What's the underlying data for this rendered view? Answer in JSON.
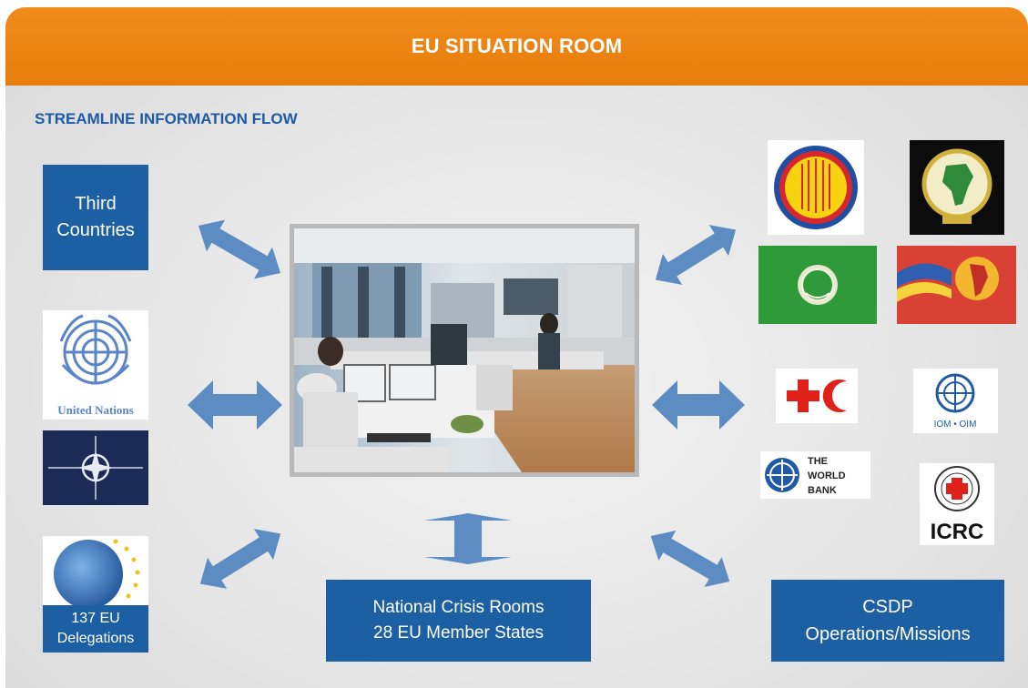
{
  "header": {
    "title": "EU SITUATION ROOM"
  },
  "subtitle": "STREAMLINE INFORMATION FLOW",
  "boxes": {
    "third_countries": [
      "Third",
      "Countries"
    ],
    "eu_delegations": [
      "137 EU",
      "Delegations"
    ],
    "national_crisis": [
      "National Crisis Rooms",
      "28 EU Member States"
    ],
    "csdp": [
      "CSDP",
      "Operations/Missions"
    ]
  },
  "logos": {
    "united_nations": "United Nations",
    "iom": "IOM • OIM",
    "world_bank": [
      "THE",
      "WORLD",
      "BANK"
    ],
    "icrc": "ICRC"
  },
  "colors": {
    "header": "#EC8411",
    "box": "#1D5FA3",
    "title": "#1F5AA6",
    "arrow": "#5D8CC3"
  }
}
